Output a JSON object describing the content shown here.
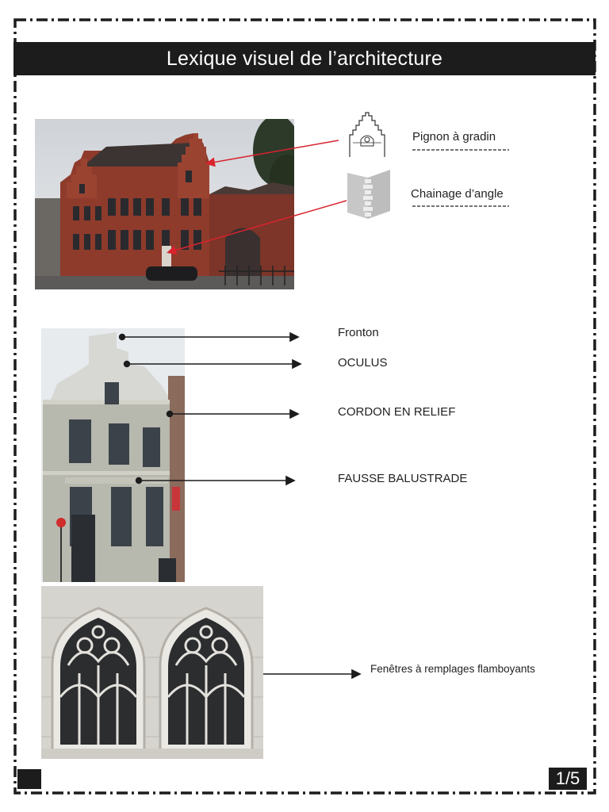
{
  "title": "Lexique visuel de l’architecture",
  "labels": {
    "pignon": "Pignon à gradin",
    "chainage": "Chainage d’angle",
    "fronton": "Fronton",
    "oculus": "OCULUS",
    "cordon": "CORDON EN RELIEF",
    "balustrade": "FAUSSE BALUSTRADE",
    "fenetres": "Fenêtres à remplages flamboyants"
  },
  "page": "1/5",
  "colors": {
    "dark": "#1c1c1c",
    "annotation_red": "#d9232d"
  },
  "icons": [
    "stepped-gable-icon",
    "corner-chain-icon"
  ]
}
